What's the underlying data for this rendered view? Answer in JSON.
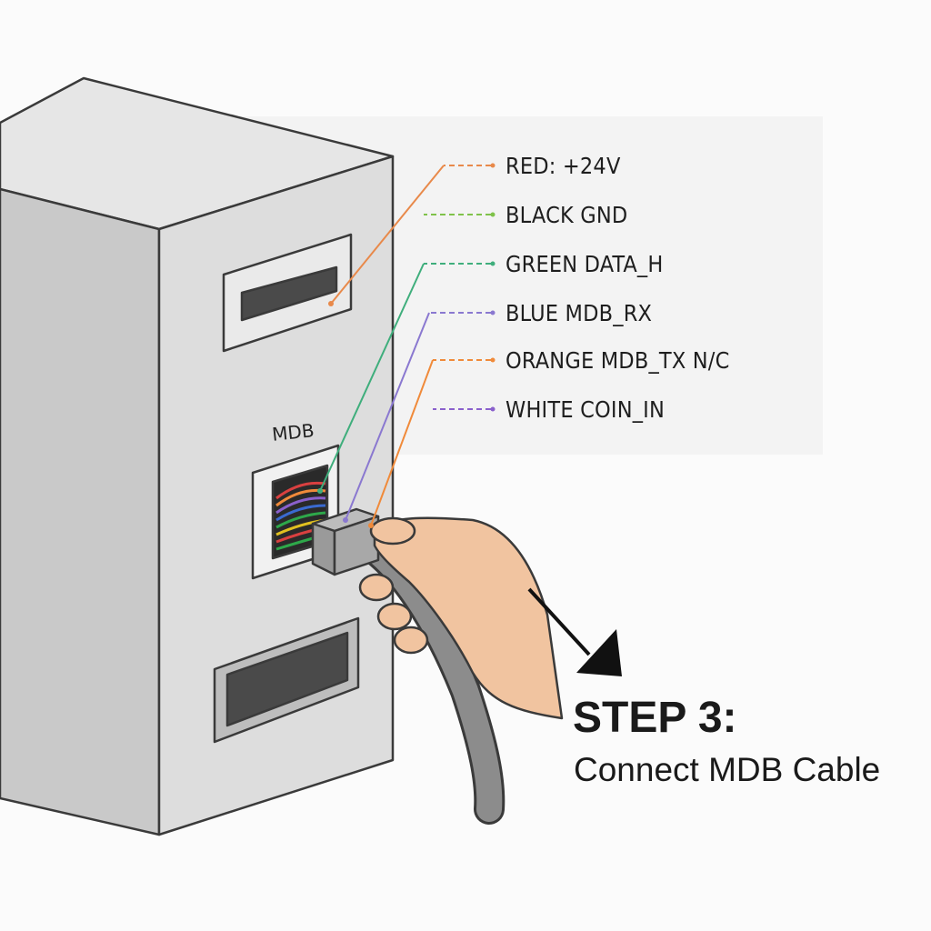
{
  "diagram": {
    "port_label": "MDB",
    "wires": [
      {
        "label": "RED: +24V",
        "color": "#e8894a"
      },
      {
        "label": "BLACK GND",
        "color": "#7fc24a"
      },
      {
        "label": "GREEN DATA_H",
        "color": "#3fae7c"
      },
      {
        "label": "BLUE MDB_RX",
        "color": "#8a78d0"
      },
      {
        "label": "ORANGE MDB_TX  N/C",
        "color": "#f08a3a"
      },
      {
        "label": "WHITE COIN_IN",
        "color": "#8a60cc"
      }
    ],
    "step": {
      "title": "STEP 3:",
      "caption": "Connect MDB Cable"
    }
  }
}
